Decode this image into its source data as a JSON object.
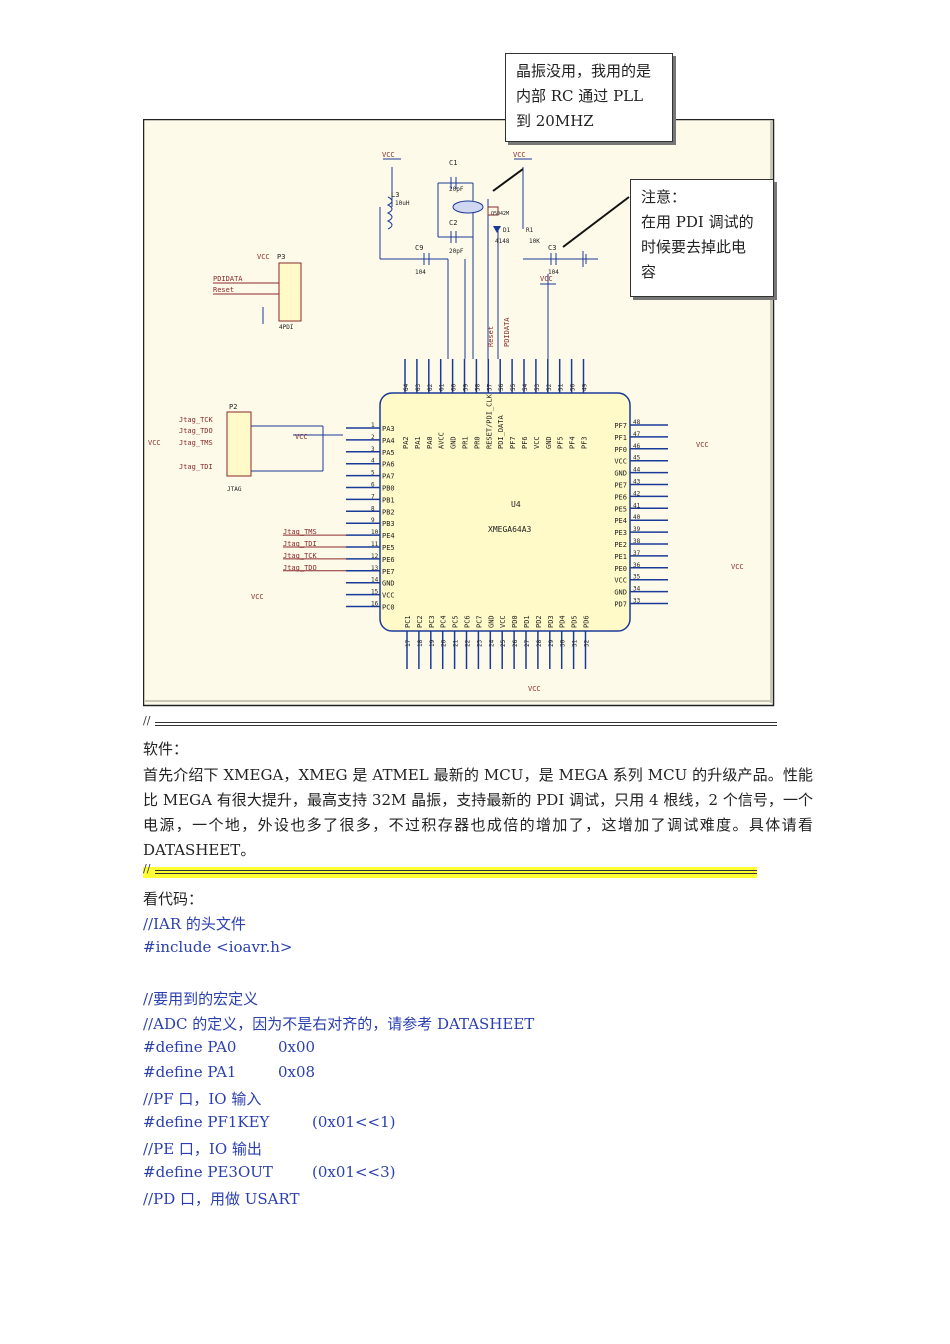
{
  "schematic": {
    "callout_crystal_lines": [
      "晶振没用，我用的是",
      "内部 RC 通过 PLL",
      "到 20MHZ"
    ],
    "callout_pdi_lines": [
      "注意：",
      "在用 PDI 调试的",
      "时候要去掉此电",
      "容"
    ],
    "labels": {
      "vcc": "VCC",
      "c1": "C1",
      "c1_val": "20pF",
      "c2": "C2",
      "c2_val": "20pF",
      "l3": "L3",
      "l3_val": "10uH",
      "c9": "C9",
      "c9_val": "104",
      "c3": "C3",
      "c3_val": "104",
      "d1": "D1",
      "d1_val": "4148",
      "r1": "R1",
      "r1_val": "10K",
      "y1": "Y1",
      "y1_val": "Q5042M",
      "p3": "P3",
      "pdi_conn": "4PDI",
      "pdi_data": "PDIDATA",
      "reset": "Reset",
      "p2": "P2",
      "jtag": "JTAG",
      "jtag_tck": "Jtag_TCK",
      "jtag_tdo": "Jtag_TDO",
      "jtag_tms": "Jtag_TMS",
      "jtag_tdi": "Jtag_TDI",
      "u4": "U4",
      "chip": "XMEGA64A3",
      "net_reset": "Reset",
      "net_pdidata": "PDIDATA"
    },
    "left_pins": [
      "PA3",
      "PA4",
      "PA5",
      "PA6",
      "PA7",
      "PB0",
      "PB1",
      "PB2",
      "PB3",
      "PE4",
      "PE5",
      "PE6",
      "PE7",
      "GND",
      "VCC",
      "PC0"
    ],
    "left_nums": [
      "1",
      "2",
      "3",
      "4",
      "5",
      "6",
      "7",
      "8",
      "9",
      "10",
      "11",
      "12",
      "13",
      "14",
      "15",
      "16"
    ],
    "right_pins": [
      "PF7",
      "PF1",
      "PF0",
      "VCC",
      "GND",
      "PE7",
      "PE6",
      "PE5",
      "PE4",
      "PE3",
      "PE2",
      "PE1",
      "PE0",
      "VCC",
      "GND",
      "PD7"
    ],
    "right_nums": [
      "48",
      "47",
      "46",
      "45",
      "44",
      "43",
      "42",
      "41",
      "40",
      "39",
      "38",
      "37",
      "36",
      "35",
      "34",
      "33"
    ],
    "top_pins": [
      "PA2",
      "PA1",
      "PA0",
      "AVCC",
      "GND",
      "PR1",
      "PR0",
      "RESET/PDI_CLK",
      "PDI_DATA",
      "PF7",
      "PF6",
      "VCC",
      "GND",
      "PF5",
      "PF4",
      "PF3"
    ],
    "top_nums": [
      "64",
      "63",
      "62",
      "61",
      "60",
      "59",
      "58",
      "57",
      "56",
      "55",
      "54",
      "53",
      "52",
      "51",
      "50",
      "49"
    ],
    "bottom_pins": [
      "PC1",
      "PC2",
      "PC3",
      "PC4",
      "PC5",
      "PC6",
      "PC7",
      "GND",
      "VCC",
      "PD0",
      "PD1",
      "PD2",
      "PD3",
      "PD4",
      "PD5",
      "PD6"
    ],
    "bottom_nums": [
      "17",
      "18",
      "19",
      "20",
      "21",
      "22",
      "23",
      "24",
      "25",
      "26",
      "27",
      "28",
      "29",
      "30",
      "31",
      "32"
    ],
    "left_ext_nets": [
      "",
      "",
      "",
      "",
      "",
      "",
      "",
      "",
      "",
      "Jtag_TMS",
      "Jtag_TDI",
      "Jtag_TCK",
      "Jtag_TDO",
      "",
      "",
      ""
    ]
  },
  "divider_slash": "//",
  "software_heading": "软件：",
  "intro_paragraph": "首先介绍下 XMEGA，XMEG 是 ATMEL 最新的 MCU，是 MEGA 系列 MCU 的升级产品。性能比 MEGA 有很大提升，最高支持 32M 晶振，支持最新的 PDI 调试，只用 4 根线，2 个信号，一个电源，一个地，外设也多了很多，不过积存器也成倍的增加了，这增加了调试难度。具体请看 DATASHEET。",
  "see_code": "看代码：",
  "code": {
    "c1": "//IAR 的头文件",
    "include": "#include <ioavr.h>",
    "c2": "//要用到的宏定义",
    "c3": "//ADC 的定义，因为不是右对齐的，请参考 DATASHEET",
    "pa0_name": "#define PA0",
    "pa0_val": "0x00",
    "pa1_name": "#define PA1",
    "pa1_val": "0x08",
    "c4": "//PF 口，IO 输入",
    "pf1_name": "#define PF1KEY",
    "pf1_val": "(0x01<<1)",
    "c5": "//PE 口，IO 输出",
    "pe3_name": "#define PE3OUT",
    "pe3_val": "(0x01<<3)",
    "c6": "//PD 口，用做 USART"
  }
}
